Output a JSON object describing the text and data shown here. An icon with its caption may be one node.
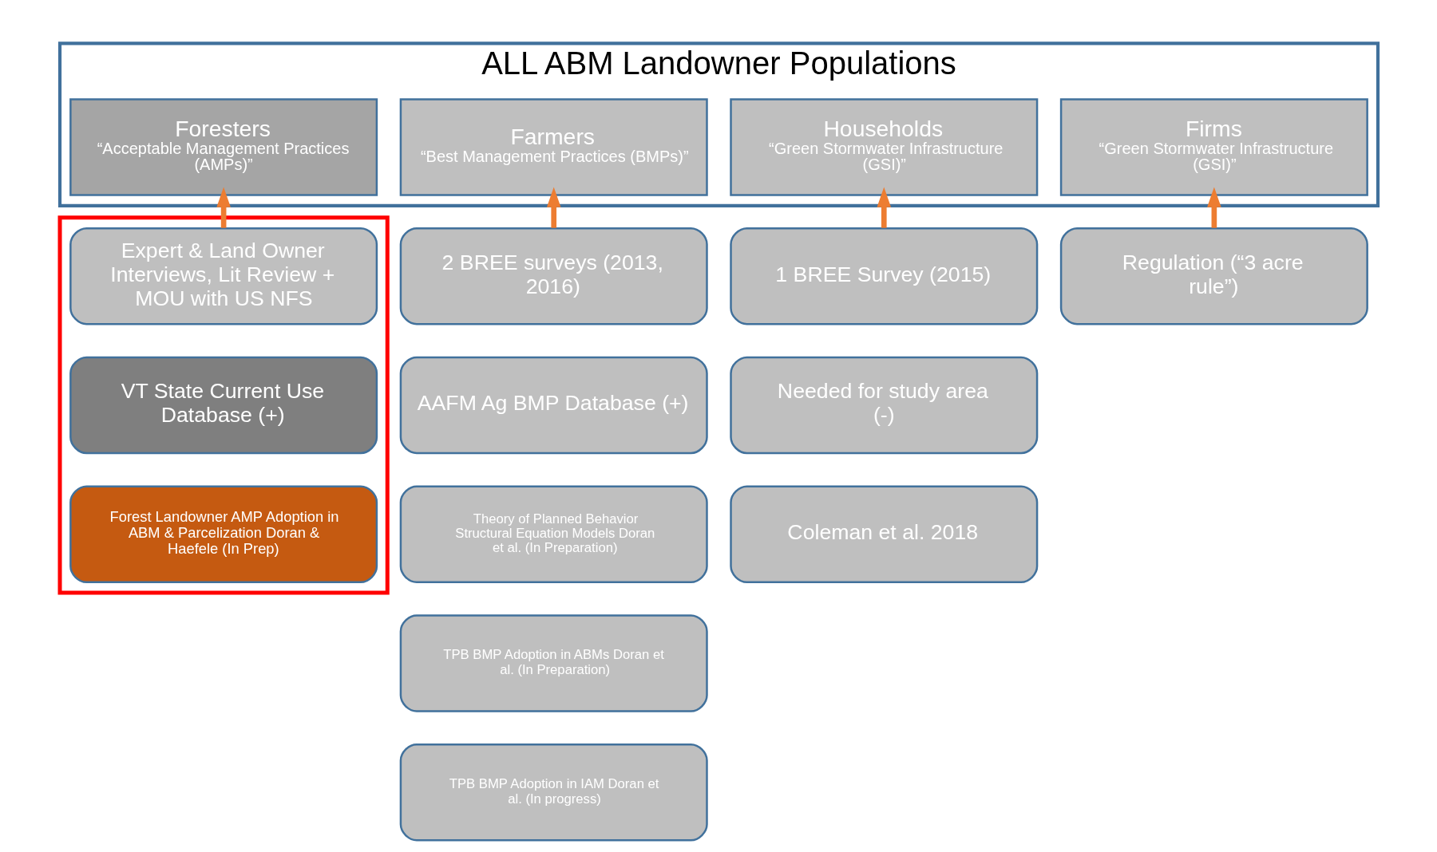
{
  "diagram": {
    "nodes": [
      {
        "text": [
          "ALL ABM Landowner Populations"
        ]
      },
      {
        "text": [
          "Farmers",
          "“Best Management Practices (BMPs)”"
        ],
        "in": 0
      },
      {
        "text": [
          "Foresters",
          "“Acceptable Management Practices (AMPs)”"
        ],
        "in": 0
      },
      {
        "text": [
          "Households",
          "“Green Stormwater Infrastructure (GSI)”"
        ],
        "in": 0
      },
      {
        "text": [
          "Firms",
          "“Green Stormwater Infrastructure (GSI)”"
        ],
        "in": 0
      },
      {
        "text": [],
        "shape": "box"
      },
      {
        "text": [
          "2 BREE surveys (2013, 2016)"
        ]
      },
      {
        "text": [
          "Expert & Land Owner Interviews, Lit Review + MOU with US NFS"
        ],
        "in": 5
      },
      {
        "text": [
          "1 BREE Survey (2015)"
        ]
      },
      {
        "text": [
          "Regulation (“3 acre rule”)"
        ]
      },
      {
        "text": [
          "AAFM Ag BMP Database (+)"
        ]
      },
      {
        "text": [
          "VT State Current Use Database (+)"
        ],
        "in": 5
      },
      {
        "text": [
          "Needed for study area (-)"
        ]
      },
      {
        "text": [
          "Theory of Planned Behavior Structural Equation Models Doran et al. (In Preparation)"
        ]
      },
      {
        "text": [
          "Forest Landowner AMP Adoption in ABM & Parcelization Doran & Haefele (In Prep)"
        ],
        "in": 5
      },
      {
        "text": [
          "Coleman et al. 2018"
        ]
      },
      {
        "text": [
          "TPB BMP Adoption in ABMs Doran et al. (In Preparation)"
        ]
      },
      {
        "text": [
          "TPB BMP Adoption in IAM Doran et al. (In progress)"
        ]
      }
    ],
    "edges": [
      {
        "from": 6,
        "to": 1,
        "arrow": "to"
      },
      {
        "from": 7,
        "to": 2,
        "arrow": "to"
      },
      {
        "from": 8,
        "to": 3,
        "arrow": "to"
      },
      {
        "from": 9,
        "to": 4,
        "arrow": "to"
      }
    ]
  }
}
